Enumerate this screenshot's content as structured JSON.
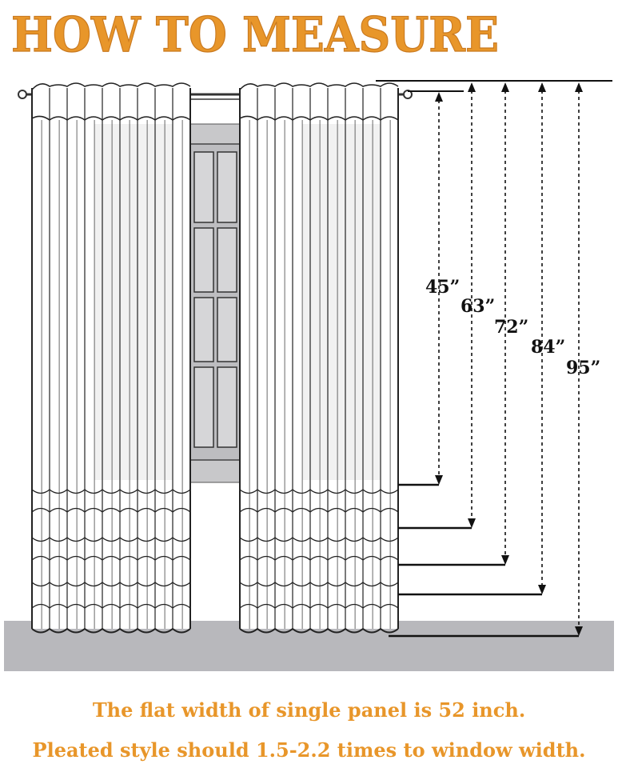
{
  "title": "HOW TO MEASURE",
  "measurements": [
    "45”",
    "63”",
    "72”",
    "84”",
    "95”"
  ],
  "captions": {
    "line1": "The flat width of single panel is 52 inch.",
    "line2": "Pleated style should 1.5-2.2 times to window width."
  },
  "colors": {
    "accent": "#E8962A",
    "floor": "#B8B8BC",
    "window": "#C8C8CA",
    "line": "#111111"
  }
}
